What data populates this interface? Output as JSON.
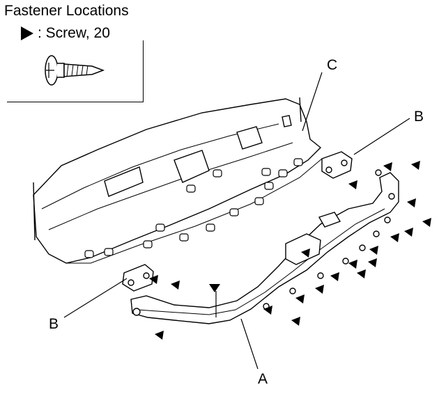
{
  "legend": {
    "title": "Fastener Locations",
    "screw_label": ": Screw, 20"
  },
  "callouts": {
    "a": "A",
    "b_right": "B",
    "b_left": "B",
    "c": "C"
  }
}
